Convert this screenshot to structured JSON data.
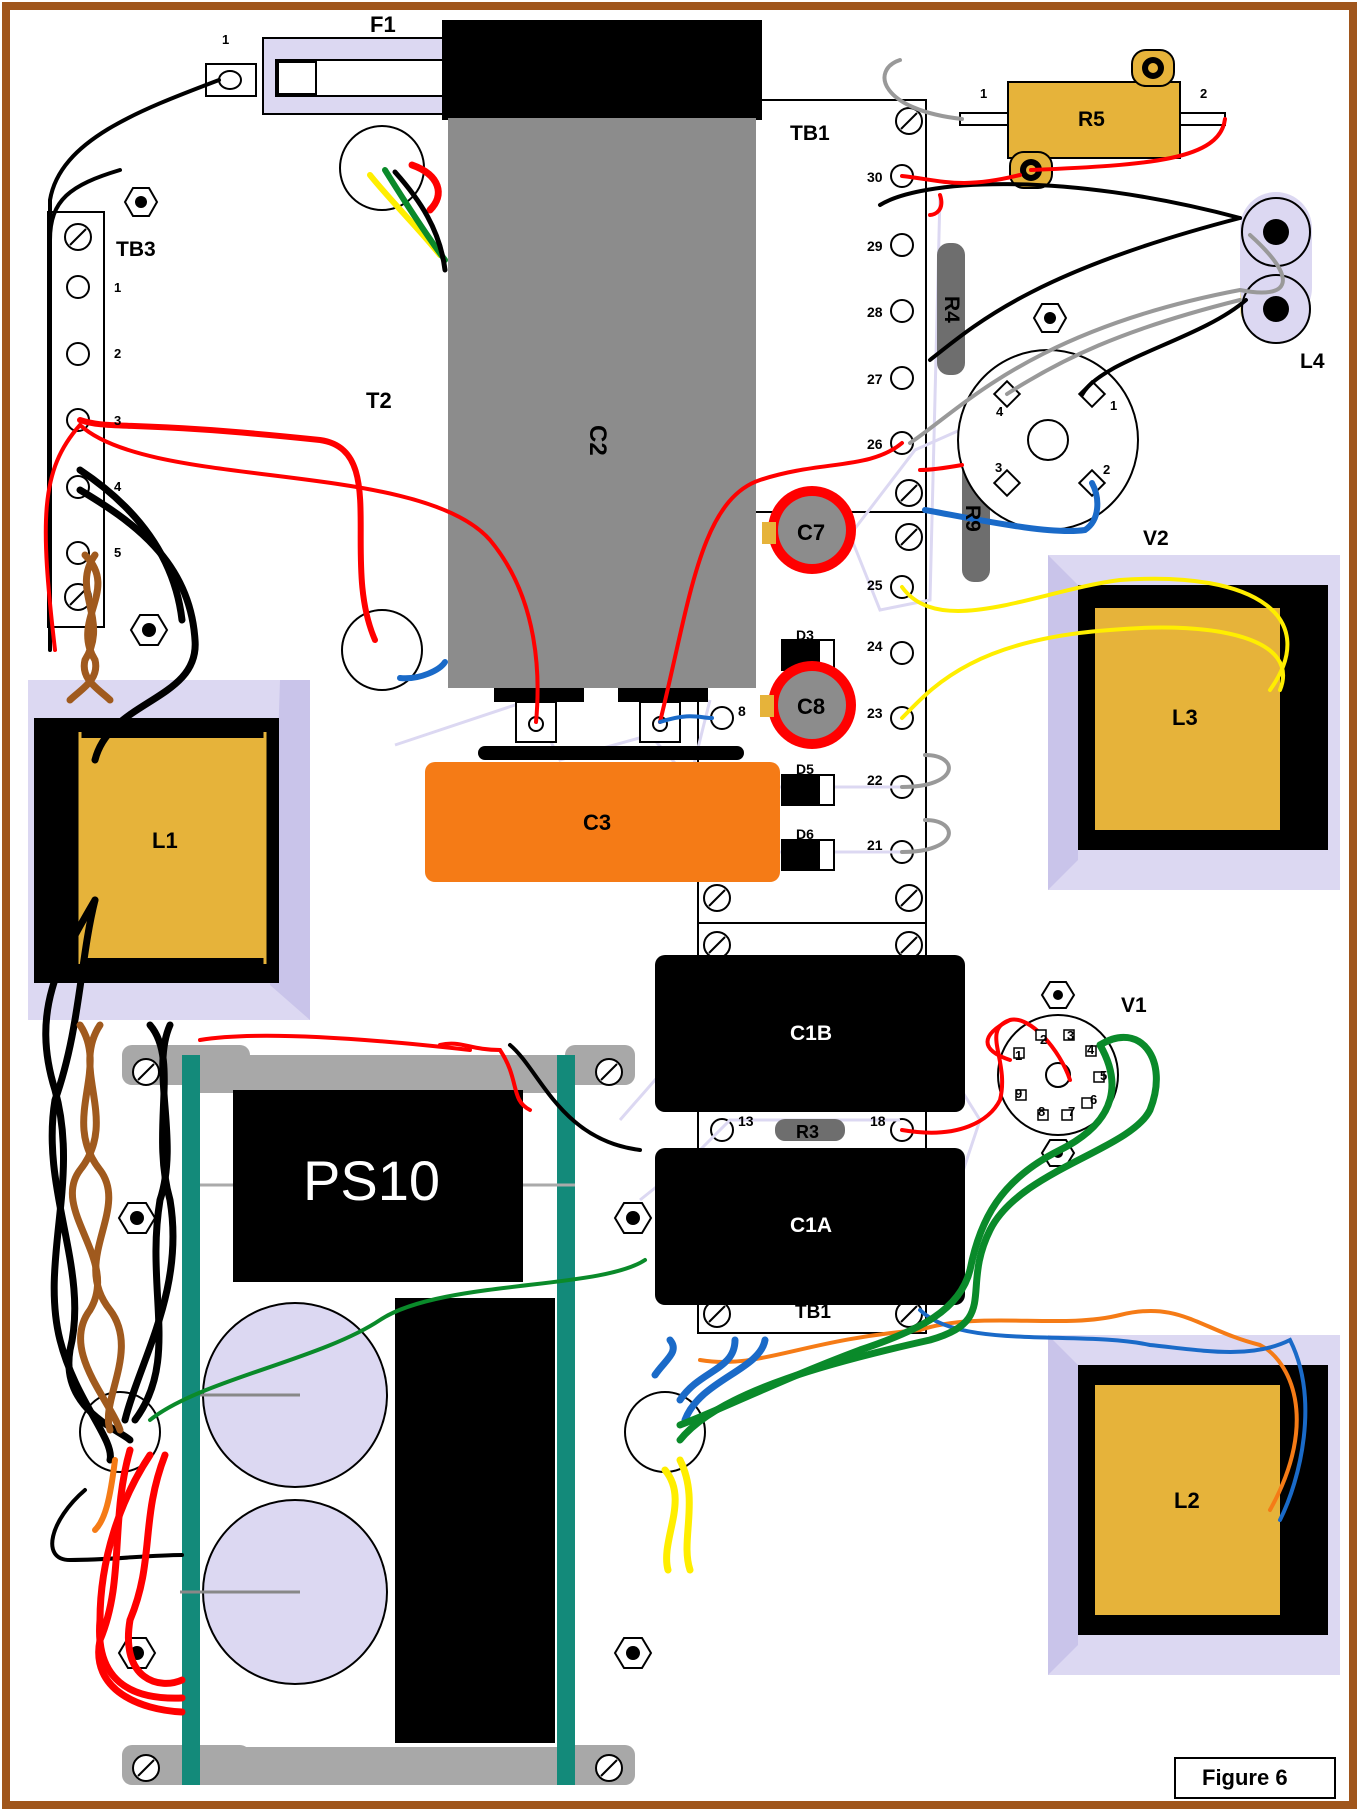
{
  "figure_label": "Figure 6",
  "colors": {
    "frame": "#a0561c",
    "lavender": "#dcd8f2",
    "gold": "#e6b33a",
    "gray_cap": "#8c8c8c",
    "orange_cap": "#f57b16",
    "teal": "#138a7a",
    "red": "#ff0000",
    "yellow": "#ffee00",
    "blue": "#1a6ac8",
    "green": "#0a8a2a",
    "brown": "#a05a1e"
  },
  "components": {
    "F1": "F1",
    "T2": "T2",
    "C2": "C2",
    "C3": "C3",
    "C7": "C7",
    "C8": "C8",
    "C1B": "C1B",
    "C1A": "C1A",
    "R3": "R3",
    "R4": "R4",
    "R5": "R5",
    "R9": "R9",
    "D3": "D3",
    "D5": "D5",
    "D6": "D6",
    "L1": "L1",
    "L2": "L2",
    "L3": "L3",
    "L4": "L4",
    "V1": "V1",
    "V2": "V2",
    "TB1": "TB1",
    "TB1_lower": "TB1",
    "TB3": "TB3",
    "PS10": "PS10"
  },
  "tb1_terminals": [
    "30",
    "29",
    "28",
    "27",
    "26",
    "25",
    "24",
    "23",
    "22",
    "21",
    "18",
    "13",
    "8"
  ],
  "tb3_terminals": [
    "1",
    "2",
    "3",
    "4",
    "5"
  ],
  "pin_labels": {
    "f1_pin": "1",
    "r5_pin1": "1",
    "r5_pin2": "2",
    "v2_pins": [
      "1",
      "2",
      "3",
      "4"
    ],
    "v1_pins": [
      "1",
      "2",
      "3",
      "4",
      "5",
      "6",
      "7",
      "8",
      "9"
    ]
  }
}
